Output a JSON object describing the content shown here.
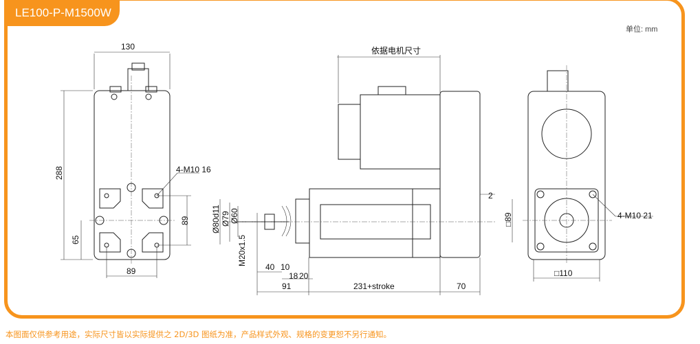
{
  "header": {
    "title": "LE100-P-M1500W",
    "unit": "单位: mm"
  },
  "footer": {
    "note": "本图面仅供参考用途，实际尺寸皆以实际提供之 2D/3D 图纸为准，产品样式外观、规格的变更恕不另行通知。"
  },
  "front_view": {
    "width": "130",
    "height": "288",
    "hole_spec": "4-M10 16",
    "dim_65": "65",
    "dim_89_v": "89",
    "dim_89_h": "89"
  },
  "side_view": {
    "motor_label": "依据电机尺寸",
    "dia_80": "Ø80d11",
    "dia_79": "Ø79",
    "dia_60": "Ø60",
    "thread": "M20x1.5",
    "dim_40": "40",
    "dim_10": "10",
    "dim_18": "18",
    "dim_20": "20",
    "dim_91": "91",
    "stroke": "231+stroke",
    "dim_70": "70",
    "dim_2": "2"
  },
  "end_view": {
    "square_89": "□89",
    "square_110": "□110",
    "hole_spec": "4-M10 21"
  },
  "colors": {
    "accent": "#f7941d"
  }
}
